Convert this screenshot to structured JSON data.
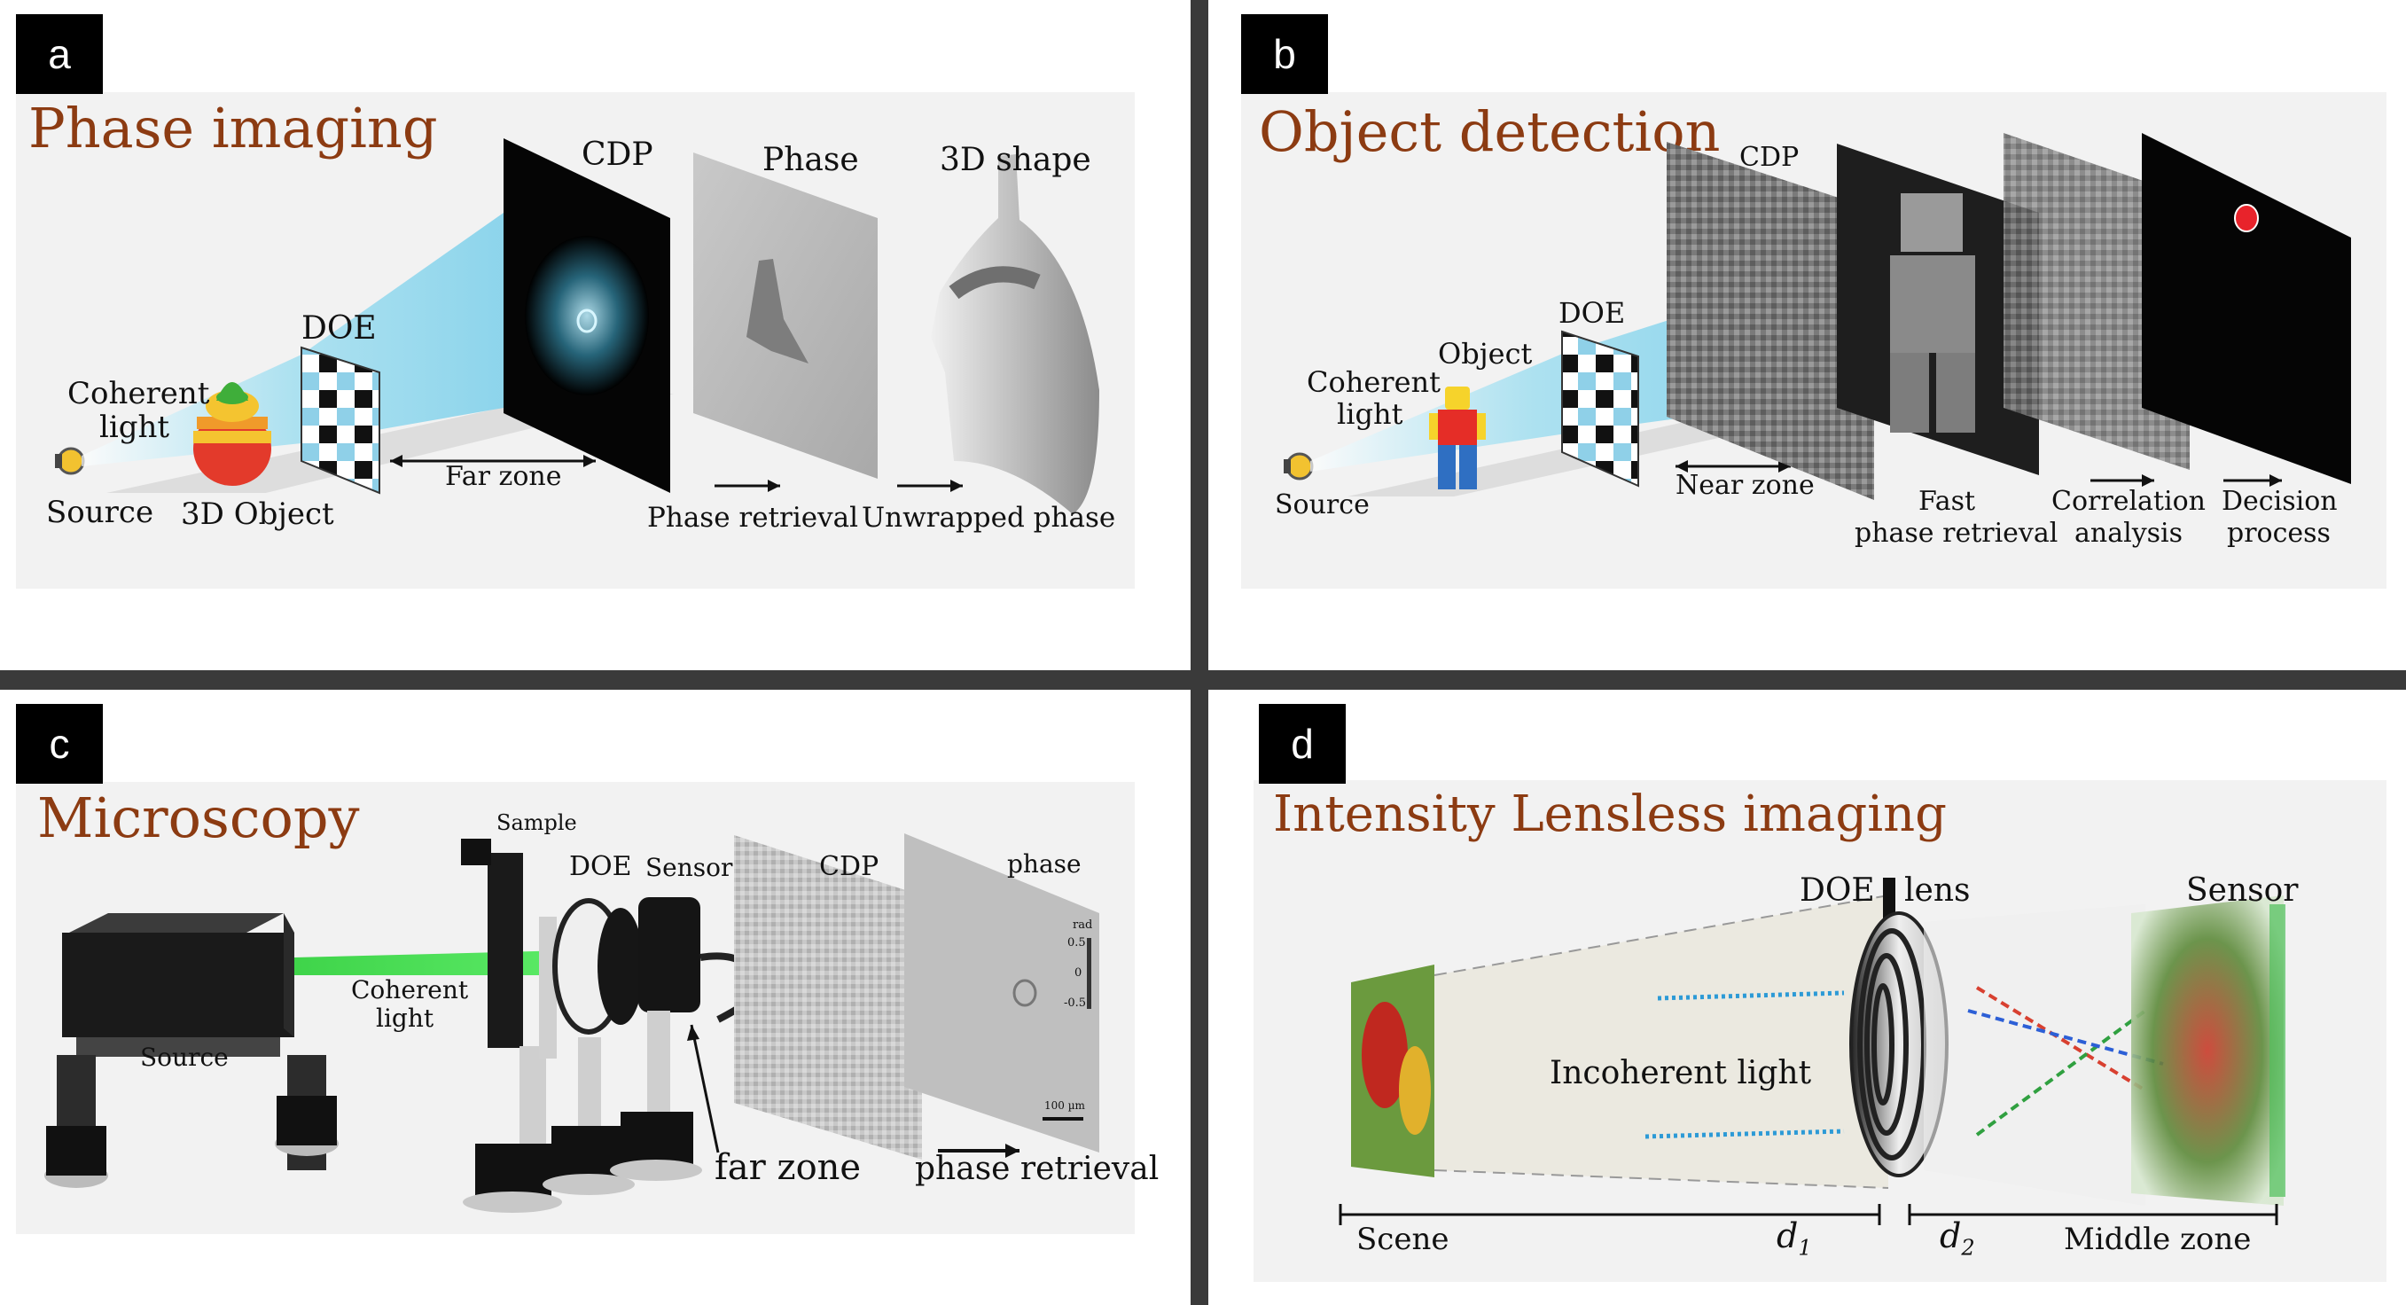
{
  "panels": {
    "a": {
      "letter": "a",
      "title": "Phase imaging",
      "labels": {
        "cdp": "CDP",
        "phase": "Phase",
        "shape": "3D shape",
        "doe": "DOE",
        "coherent_line1": "Coherent",
        "coherent_line2": "light",
        "source": "Source",
        "object": "3D Object",
        "far_zone": "Far zone",
        "phase_retrieval": "Phase retrieval",
        "unwrapped_phase": "Unwrapped phase"
      }
    },
    "b": {
      "letter": "b",
      "title": "Object detection",
      "labels": {
        "cdp": "CDP",
        "doe": "DOE",
        "object": "Object",
        "coherent_line1": "Coherent",
        "coherent_line2": "light",
        "source": "Source",
        "near_zone": "Near zone",
        "fast_line1": "Fast",
        "fast_line2": "phase retrieval",
        "corr_line1": "Correlation",
        "corr_line2": "analysis",
        "decision_line1": "Decision",
        "decision_line2": "process"
      }
    },
    "c": {
      "letter": "c",
      "title": "Microscopy",
      "labels": {
        "sample": "Sample",
        "doe": "DOE",
        "sensor": "Sensor",
        "cdp": "CDP",
        "phase": "phase",
        "coherent_line1": "Coherent",
        "coherent_line2": "light",
        "source": "Source",
        "far_zone": "far zone",
        "phase_retrieval": "phase retrieval",
        "scale_rad": "rad",
        "scale_top": "0.5",
        "scale_mid": "0",
        "scale_bot": "-0.5",
        "scale_bar": "100 µm"
      }
    },
    "d": {
      "letter": "d",
      "title": "Intensity Lensless imaging",
      "labels": {
        "doe": "DOE",
        "lens": "lens",
        "sensor": "Sensor",
        "incoherent": "Incoherent light",
        "scene": "Scene",
        "d1": "d",
        "d1_sub": "1",
        "d2": "d",
        "d2_sub": "2",
        "middle_zone": "Middle zone"
      }
    }
  },
  "colors": {
    "title": "#8c3b12",
    "divider": "#3a3a3a",
    "panel_bg": "#f2f2f2",
    "beam": "#7fd6ef",
    "laser": "#3fd44a",
    "detect_dot": "#e8232b"
  }
}
